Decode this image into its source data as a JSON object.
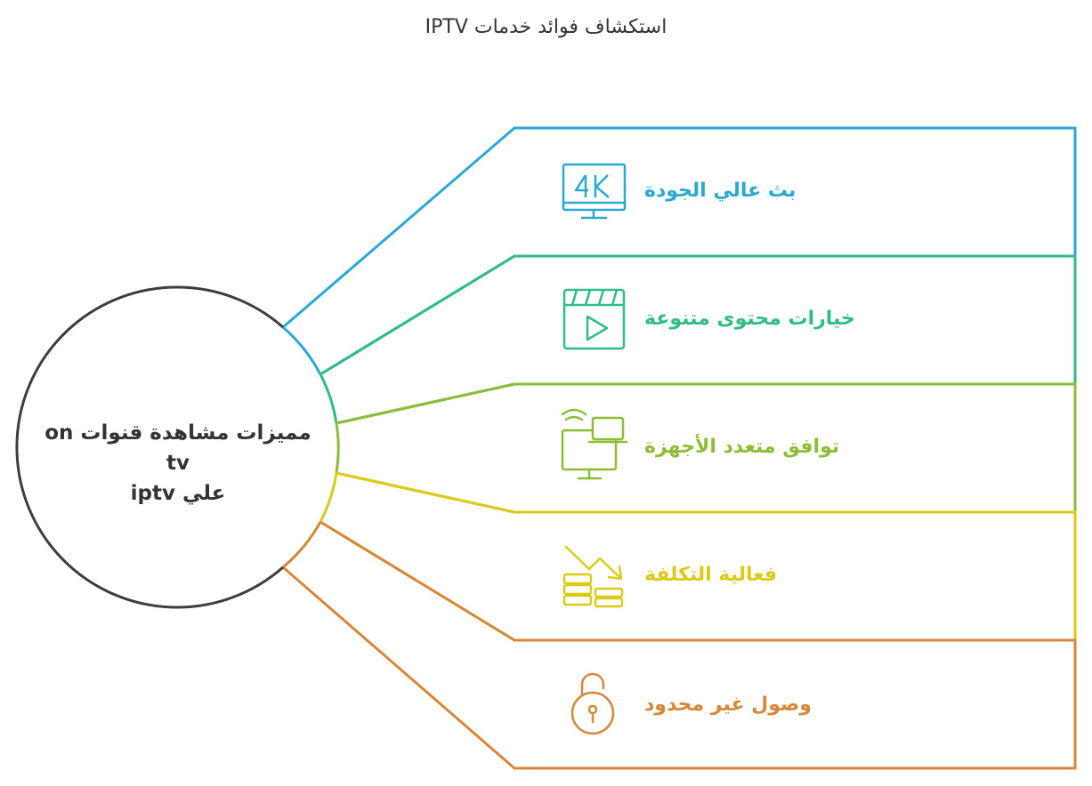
{
  "title": "استكشاف فوائد خدمات IPTV",
  "center": {
    "line1": "مميزات مشاهدة قنوات on tv",
    "line2": "علي iptv"
  },
  "items": [
    {
      "label": "بث عالي الجودة",
      "icon": "4k-monitor-icon",
      "color": "#29a8d6"
    },
    {
      "label": "خيارات محتوى متنوعة",
      "icon": "video-player-icon",
      "color": "#2fbd85"
    },
    {
      "label": "توافق متعدد الأجهزة",
      "icon": "multi-device-icon",
      "color": "#8dbd34"
    },
    {
      "label": "فعالية التكلفة",
      "icon": "coins-down-icon",
      "color": "#dccb16"
    },
    {
      "label": "وصول غير محدود",
      "icon": "unlocked-padlock-icon",
      "color": "#d6873a"
    }
  ]
}
